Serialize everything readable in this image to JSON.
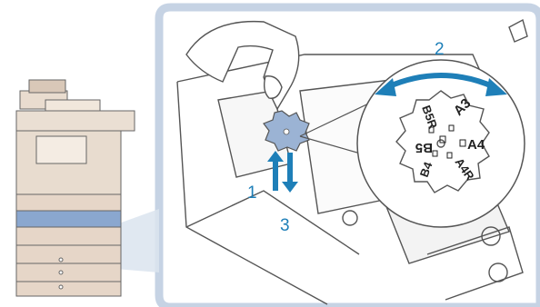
{
  "steps": {
    "lift": "1",
    "turn": "2",
    "lower": "3"
  },
  "dial_sizes": [
    "A3",
    "A4",
    "A4R",
    "B4",
    "B5",
    "B5R"
  ],
  "colors": {
    "frame": "#c6d3e4",
    "arrow": "#1e7fb8",
    "dial_fill": "#9bb3d4",
    "line": "#555555"
  },
  "icons": {
    "copier": "copier-icon",
    "dial": "size-dial-icon",
    "hand": "hand-icon",
    "magnifier": "zoom-callout-icon"
  }
}
